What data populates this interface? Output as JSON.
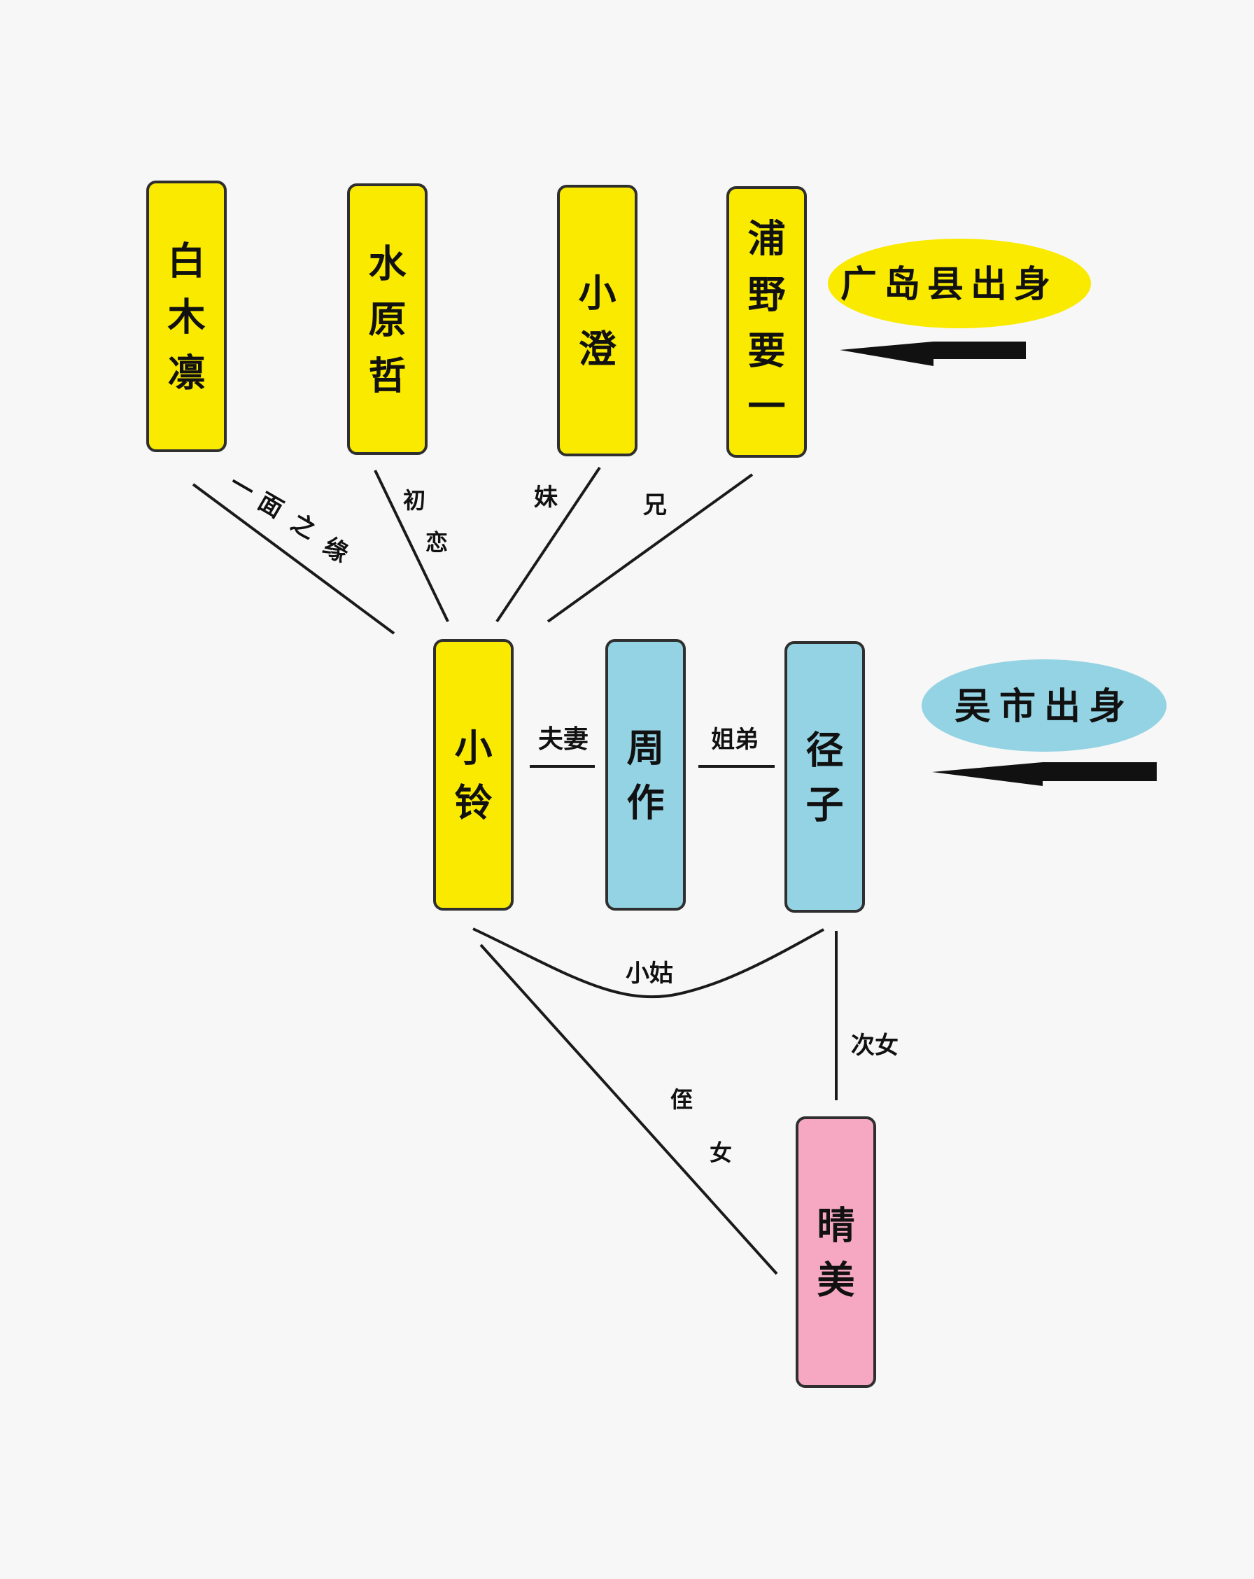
{
  "colors": {
    "background": "#f7f7f7",
    "yellow": "#f9ea00",
    "blue": "#93d3e3",
    "pink": "#f6a8c3",
    "outline": "#2f2f2f",
    "line": "#1a1a1a"
  },
  "nodes": {
    "shirakiRin": {
      "label": "白木凛",
      "color": "yellow"
    },
    "mizuharaTetsu": {
      "label": "水原哲",
      "color": "yellow"
    },
    "kosumi": {
      "label": "小澄",
      "color": "yellow"
    },
    "uranoYoichi": {
      "label": "浦野要一",
      "color": "yellow"
    },
    "suzu": {
      "label": "小铃",
      "color": "yellow"
    },
    "shusaku": {
      "label": "周作",
      "color": "blue"
    },
    "keiko": {
      "label": "径子",
      "color": "blue"
    },
    "harumi": {
      "label": "晴美",
      "color": "pink"
    }
  },
  "legend": {
    "hiroshima": {
      "label": "广岛县出身",
      "color": "yellow"
    },
    "kure": {
      "label": "吴市出身",
      "color": "blue"
    }
  },
  "edges": {
    "rin_suzu": "一面之缘",
    "tetsu_suzu": "初恋",
    "kosumi_suzu": "妹",
    "yoichi_suzu": "兄",
    "suzu_shusaku": "夫妻",
    "shusaku_keiko": "姐弟",
    "suzu_keiko": "小姑",
    "keiko_harumi": "次女",
    "suzu_harumi": "侄女"
  }
}
